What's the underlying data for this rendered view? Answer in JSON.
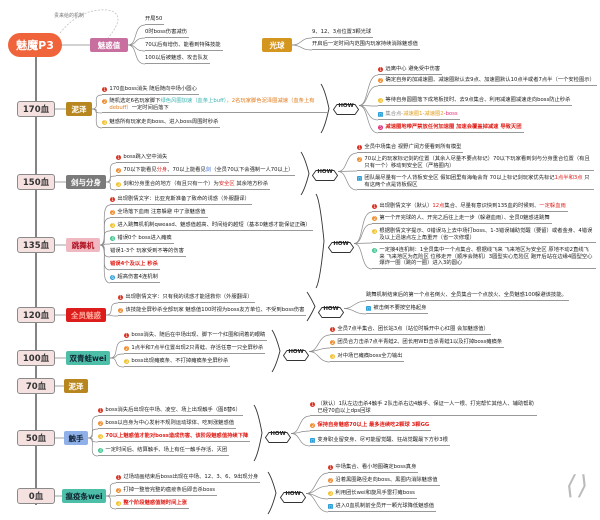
{
  "root": {
    "title": "魅魔P3",
    "note": "贵来给的机制"
  },
  "colors": {
    "root": "#f0643c",
    "spine": "#666666",
    "badges": [
      "#d9301e",
      "#ee8a2c",
      "#f2c12e",
      "#3cc48c",
      "#e0307a"
    ],
    "info": "#2a9fd8",
    "red": "#e0201a"
  },
  "top": [
    {
      "label": "魅惑值",
      "color": "#c96fa0",
      "items": [
        {
          "text": "开局50"
        },
        {
          "text": "0时boss伤害减伤"
        },
        {
          "text": "70以后有增伤、能看到特殊技能"
        },
        {
          "text": "100以后被魅惑、攻击队友"
        }
      ]
    },
    {
      "label": "光球",
      "color": "#d4961e",
      "items": [
        {
          "text": "9、12、3点位置3颗光球"
        },
        {
          "text": "开启后一定时间内范围内玩家持续消除魅惑值"
        }
      ]
    }
  ],
  "how_label": "HOW",
  "phases": [
    {
      "hp": "170血",
      "tag": "泥泽",
      "color": "#b8861e",
      "items": [
        {
          "b": 1,
          "text": "170血boss消失 随后随向中场小圆心"
        },
        {
          "b": 2,
          "parts": [
            {
              "t": "随机选定6名玩家脚下"
            },
            {
              "t": "绿色风圈加速（血条上buff）",
              "c": "#3bb3b0"
            },
            {
              "t": "，2名玩家脚色泥泽圈减速（血条上有debuff）",
              "c": "#e07a1a"
            },
            {
              "t": "一定时间后落下"
            }
          ]
        },
        {
          "b": 3,
          "text": "魅惑所有玩家走向boss、进入boss周围时秒杀"
        }
      ],
      "how": [
        {
          "b": 1,
          "text": "远离中心 避免受中伤害"
        },
        {
          "b": 2,
          "text": "确定自身的加减速圈、减速圈默认去9点、加速圈默认10点半或者7点半（一个安检图示）"
        },
        {
          "b": 3,
          "text": "等待自身圆圈落下成地板技时、去9点集合、利用减速圈减速走向boss防止秒杀"
        },
        {
          "b": "i",
          "parts": [
            {
              "t": "集合点-",
              "c": "#888888"
            },
            {
              "t": "减速圈1",
              "c": "#e0a020"
            },
            {
              "t": "-",
              "c": "#888888"
            },
            {
              "t": "减速圈2",
              "c": "#e0a020"
            },
            {
              "t": "-boss",
              "c": "#e0307a"
            }
          ]
        },
        {
          "b": 5,
          "red": true,
          "text": "减速圈地带严禁放任何加速圈 加速会覆盖掉减速 导致灭团"
        }
      ]
    },
    {
      "hp": "150血",
      "tag": "剑与分身",
      "color": "#7a7a7a",
      "items": [
        {
          "b": 1,
          "text": "boss跳入空中消失"
        },
        {
          "b": 2,
          "parts": [
            {
              "t": "70以下能看见"
            },
            {
              "t": "分身",
              "c": "#e0201a"
            },
            {
              "t": "、70以上能看见"
            },
            {
              "t": "剑",
              "c": "#3a6ee0"
            },
            {
              "t": "（全员70以下会强制一人70以上）"
            }
          ]
        },
        {
          "b": 3,
          "parts": [
            {
              "t": "剑和分身重合的地方（有且只有一个）为"
            },
            {
              "t": "安全区",
              "c": "#e0201a"
            },
            {
              "t": " 其余地方秒杀"
            }
          ]
        }
      ],
      "how": [
        {
          "b": 1,
          "text": "全员中场集合 视野广阔方便看到所有模型"
        },
        {
          "b": 2,
          "text": "70以上的玩家标记剑的位置（其余人尽量不要点标记）70以下玩家看到剑与分身重合位置（有且只有一个）移动到安全区（严格圈内）"
        },
        {
          "b": "i",
          "parts": [
            {
              "t": "团队最尽量有一个人背板安全区 假如团里有海龟会背 70以上标记剑玩家优先标记"
            },
            {
              "t": "1点半和3点",
              "c": "#e0201a"
            },
            {
              "t": " 只有这两个点是背板假区"
            }
          ]
        }
      ]
    },
    {
      "hp": "135血",
      "tag": "跳舞机",
      "color": "#f0b8c0",
      "tagText": "#b01020",
      "items": [
        {
          "b": 1,
          "text": "出现剧情文字：比亚克斯准备了致命的诱惑（外服翻译）"
        },
        {
          "b": 2,
          "text": "全场落下血雨 注意躲避 中了涨魅惑值"
        },
        {
          "b": 3,
          "text": "进入跳舞机机制qweasd、魅惑值越高、时间给的越短（基本0魅惑才能保证正确）"
        },
        {
          "b": 4,
          "text": "错误0个 boss进入瘫痪"
        },
        {
          "text": "错误1-3个 玩家受到不等的伤害"
        },
        {
          "red": true,
          "text": "错误4个及以上 秒杀"
        },
        {
          "b": "c",
          "text": "超高伤害4连机制"
        }
      ],
      "how": [
        {
          "b": 1,
          "parts": [
            {
              "t": "出现剧情文字（默认）"
            },
            {
              "t": "12点",
              "c": "#e0201a"
            },
            {
              "t": "集合、尽量有意识快到135血的时候到、"
            },
            {
              "t": "一定躲血雨",
              "c": "#e0201a"
            }
          ]
        },
        {
          "b": 2,
          "text": "第一个开完球的人、开完之后往上走一步（躲避血雨）、全员0魅惑进跳舞"
        },
        {
          "b": 3,
          "text": "根据剧情文字提示、0错误马上去中场打boss、1-3错误辅助觉醒（要留）或者金身、4错误及以上迅速点左上角重开（省一次修理）"
        },
        {
          "b": 4,
          "text": "一定接4连机制：1全员集中一个点集合、根据线飞来 飞来地区为安全区 原地不动2直线飞来 飞来地区为危险区 位移走开（顺序会随机）3圆型实心危险区 跑开后站在边缘4圆型空心爆炸一圈（跳的一圈）进入3的圆心"
        }
      ]
    },
    {
      "hp": "120血",
      "tag": "全员魅惑",
      "color": "#dd1c1c",
      "tagText": "#ffb0a0",
      "items": [
        {
          "b": 1,
          "text": "出现剧情文字：只有我的诱惑才能拯救你（外服翻译）"
        },
        {
          "b": 2,
          "text": "该技能全屏秒杀全部玩家 魅惑值100时视为boss友方单位、不受到boss伤害"
        }
      ],
      "how": [
        {
          "text": "跳舞机制结束后的第一个点名倒火、全员集合一个点放火、全员魅惑100躲避该技能。"
        },
        {
          "b": "i",
          "text": "被击倒不要按空格起身"
        }
      ]
    },
    {
      "hp": "100血",
      "tag": "双青蛙wei",
      "color": "#4dbfa8",
      "tagText": "#123",
      "items": [
        {
          "b": 1,
          "text": "boss消失、随后在中场出现、脚下一个红圈和闭着的眼睛"
        },
        {
          "b": 2,
          "text": "1点半和7点半位置出现2只青蛙、存活任意一只全屏秒杀"
        },
        {
          "b": 3,
          "text": "boss出现瘫痪条、不打掉瘫痪条全屏秒杀"
        }
      ],
      "how": [
        {
          "b": 1,
          "text": "全员7点半集合、团长站3点（站位时躲开中心红圈 会加魅惑值）"
        },
        {
          "b": 2,
          "text": "团员合力击杀7点半青蛙2、团长用WEI击杀青蛙1以及打掉boss瘫痪条"
        },
        {
          "b": 3,
          "text": "对中场已瘫痪boss全力输出"
        }
      ]
    },
    {
      "hp": "70血",
      "tag": "泥泽",
      "color": "#b8861e",
      "items": [],
      "how": []
    },
    {
      "hp": "50血",
      "tag": "触手",
      "color": "#8fb0e8",
      "tagText": "#123",
      "items": [
        {
          "b": 1,
          "text": "boss消失后出现在中场、凌空、场上出现触手（图8替6）"
        },
        {
          "b": 2,
          "text": "boss以自身为中心发射不规则运动球体、吃到涨魅惑值"
        },
        {
          "b": 3,
          "red": true,
          "text": "70以上魅惑值才能对boss造成伤害、该阶段魅惑值持续下降"
        },
        {
          "b": 4,
          "text": "一定时间后、结算触手、场上有任一触手存活、灭团"
        }
      ],
      "how": [
        {
          "b": 1,
          "text": "（默认）1队左边击杀4触手 2队击杀右边4触手、保证一人一根、打完帮忙其他人、辅助帮助已经70血以上dps回球"
        },
        {
          "b": 2,
          "red": true,
          "text": "保持自身魅惑70以上 最多连续吃2颗球 3颗GG"
        },
        {
          "b": "i",
          "text": "变身职业留变身、尽可能留觉醒、狂战觉醒最下方秒3根"
        }
      ]
    },
    {
      "hp": "0血",
      "tag": "瘟疫条wei",
      "color": "#4dbfa8",
      "tagText": "#123",
      "items": [
        {
          "b": 1,
          "text": "过场动画结束后boss出现在中场、12、3、6、9出现分身"
        },
        {
          "b": 2,
          "text": "打掉一整管完整的瘟疫条后即击杀boss"
        },
        {
          "b": 3,
          "red": true,
          "text": "整个阶段魅惑值随时间上涨"
        }
      ],
      "how": [
        {
          "b": 1,
          "text": "中场集合、看小地图确定boss真身"
        },
        {
          "b": 2,
          "text": "沿着黑圈路径走向boss、黑圈内消除魅惑值"
        },
        {
          "b": 3,
          "text": "利用团长wei和旋风手雷打瘫boss"
        },
        {
          "b": "i",
          "text": "进入0血机制前全员开一颗光球降低魅惑值"
        }
      ]
    }
  ],
  "watermark": "九游"
}
